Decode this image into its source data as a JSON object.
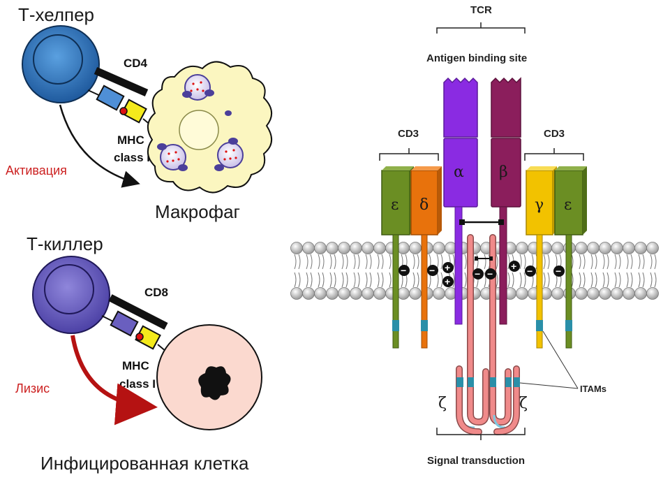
{
  "left_panel": {
    "helper_cell_label": "Т-хелпер",
    "cd4_label": "CD4",
    "mhc2_line1": "MHC",
    "mhc2_line2": "class II",
    "activation_label": "Активация",
    "macrophage_label": "Макрофаг",
    "killer_cell_label": "Т-киллер",
    "cd8_label": "CD8",
    "mhc1_line1": "MHC",
    "mhc1_line2": "class I",
    "lysis_label": "Лизис",
    "infected_cell_label": "Инфицированная клетка"
  },
  "right_panel": {
    "tcr_label": "TCR",
    "antigen_site_label": "Antigen binding site",
    "cd3_left_label": "CD3",
    "cd3_right_label": "CD3",
    "alpha_label": "α",
    "beta_label": "β",
    "epsilon_left_label": "ε",
    "delta_label": "δ",
    "gamma_label": "γ",
    "epsilon_right_label": "ε",
    "zeta_left_label": "ζ",
    "zeta_right_label": "ζ",
    "itams_label": "ITAMs",
    "signal_label": "Signal transduction"
  },
  "colors": {
    "helper_cell": "#2f6fb0",
    "killer_cell": "#6a5fbf",
    "macrophage": "#fbf6c0",
    "infected_cell": "#fbd9cf",
    "alpha_chain": "#8a2be2",
    "beta_chain": "#8b1e5c",
    "epsilon": "#6b8e23",
    "delta": "#e8720c",
    "gamma": "#f2c200",
    "zeta": "#f08a8a",
    "itam": "#2a8fa8"
  }
}
